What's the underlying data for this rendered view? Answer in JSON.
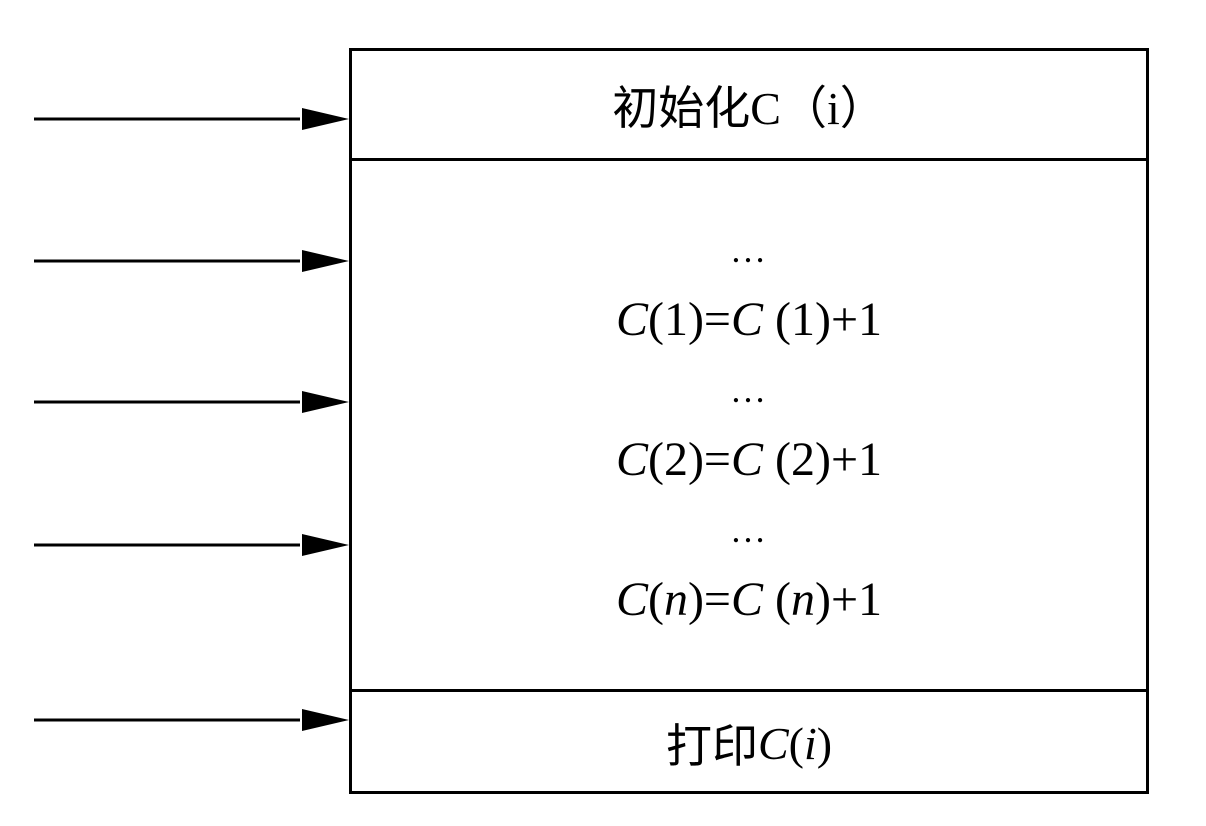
{
  "header": {
    "label": "初始化C（i）"
  },
  "body": {
    "lines": [
      {
        "text": "…",
        "kind": "dots"
      },
      {
        "var": "C",
        "arg": "1",
        "arg_italic": false,
        "eq": "=",
        "var2": "C",
        "arg2": "1",
        "tail": "+1"
      },
      {
        "text": "…",
        "kind": "dots"
      },
      {
        "var": "C",
        "arg": "2",
        "arg_italic": false,
        "eq": "=",
        "var2": "C",
        "arg2": "2",
        "tail": "+1"
      },
      {
        "text": "…",
        "kind": "dots"
      },
      {
        "var": "C",
        "arg": "n",
        "arg_italic": true,
        "eq": "=",
        "var2": "C",
        "arg2": "n",
        "tail": "+1"
      }
    ]
  },
  "footer": {
    "prefix": "打印",
    "var": "C",
    "arg": "i"
  },
  "arrows": {
    "count": 5
  }
}
